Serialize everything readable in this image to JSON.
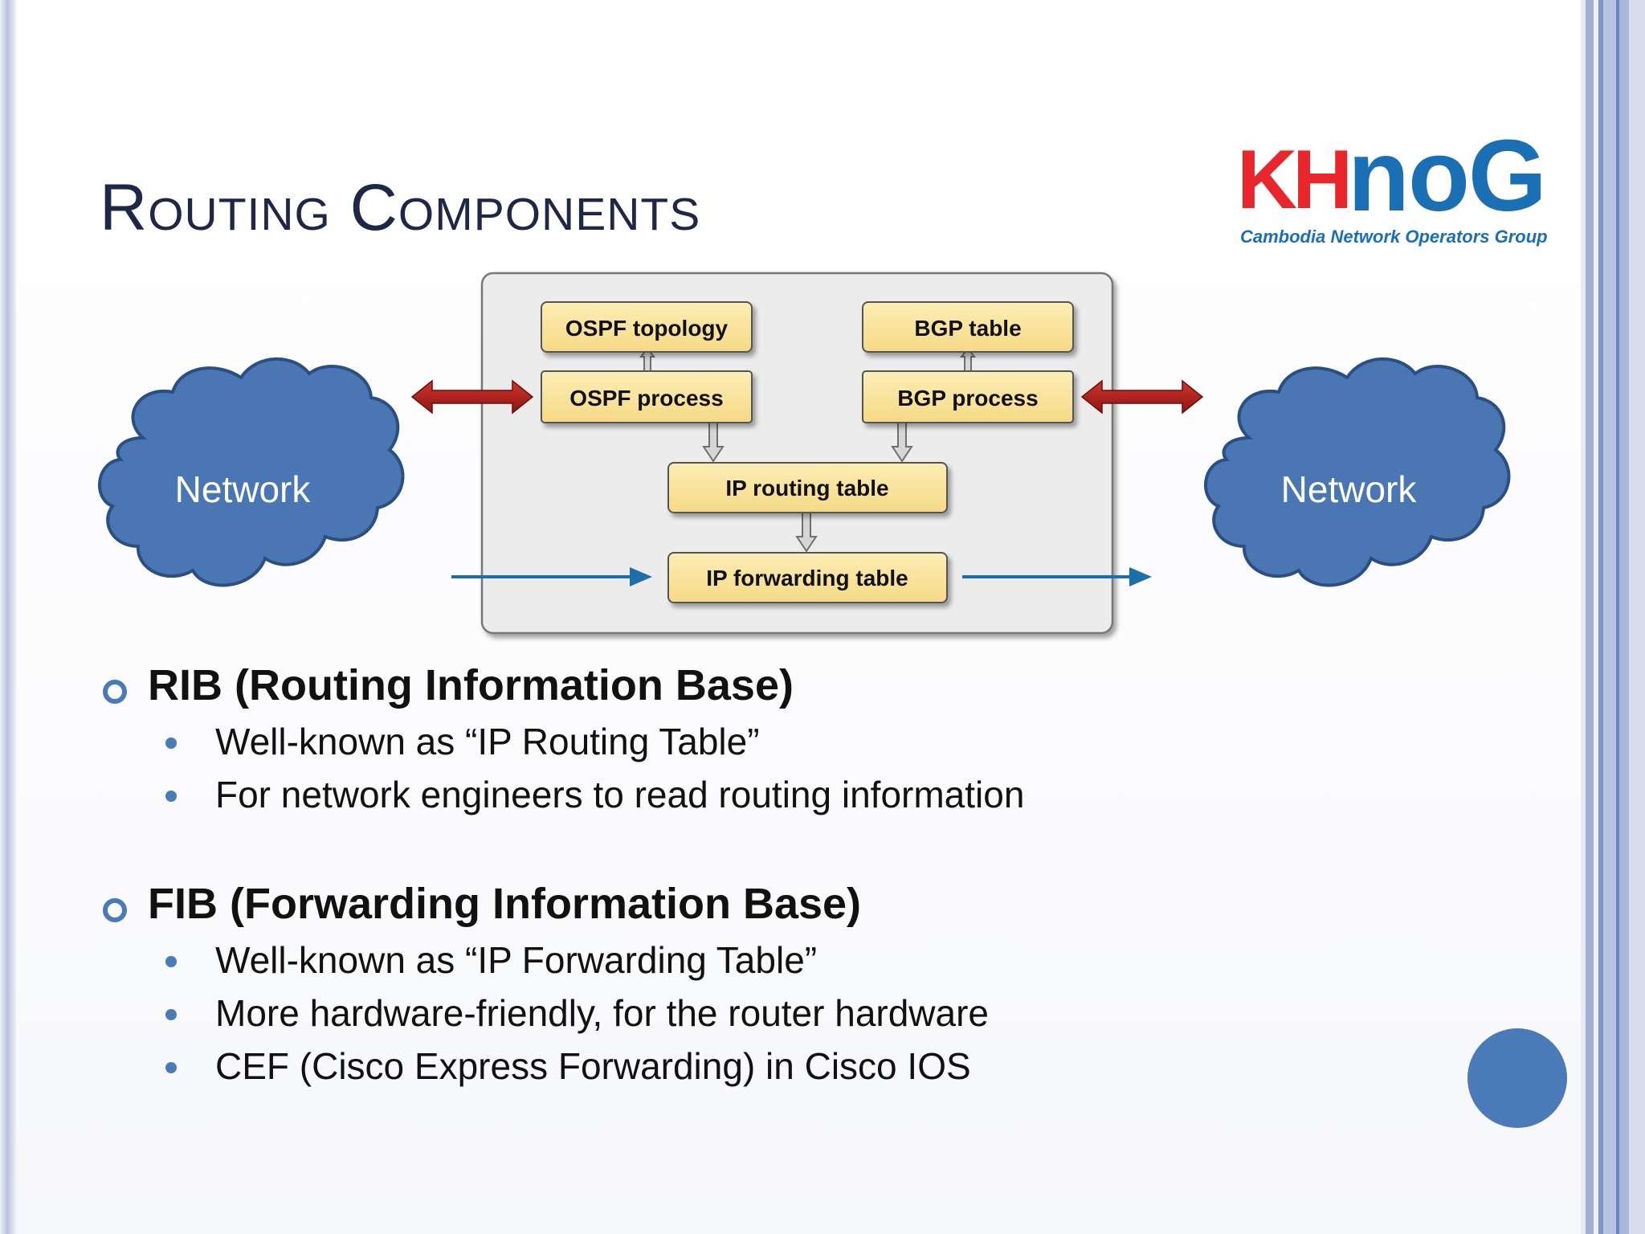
{
  "slide": {
    "title": "Routing Components",
    "logo": {
      "mark_left": "KH",
      "mark_right": "noG",
      "tagline": "Cambodia Network Operators Group"
    }
  },
  "diagram": {
    "boxes": {
      "ospf_topology": "OSPF topology",
      "ospf_process": "OSPF process",
      "bgp_table": "BGP table",
      "bgp_process": "BGP process",
      "ip_routing_table": "IP routing table",
      "ip_forwarding_table": "IP forwarding table"
    },
    "clouds": {
      "left": "Network",
      "right": "Network"
    },
    "colors": {
      "box_fill": "#fbe7a1",
      "cloud_fill": "#4a77b4",
      "bidirectional_arrow": "#b3221e",
      "flow_arrow": "#1e6fa8",
      "panel_fill": "#ededed"
    }
  },
  "bullets": [
    {
      "heading": "RIB (Routing Information Base)",
      "items": [
        "Well-known as “IP Routing Table”",
        "For network engineers to read routing information"
      ]
    },
    {
      "heading": "FIB (Forwarding Information Base)",
      "items": [
        "Well-known as “IP Forwarding Table”",
        "More hardware-friendly, for the router hardware",
        "CEF (Cisco Express Forwarding) in Cisco IOS"
      ]
    }
  ]
}
